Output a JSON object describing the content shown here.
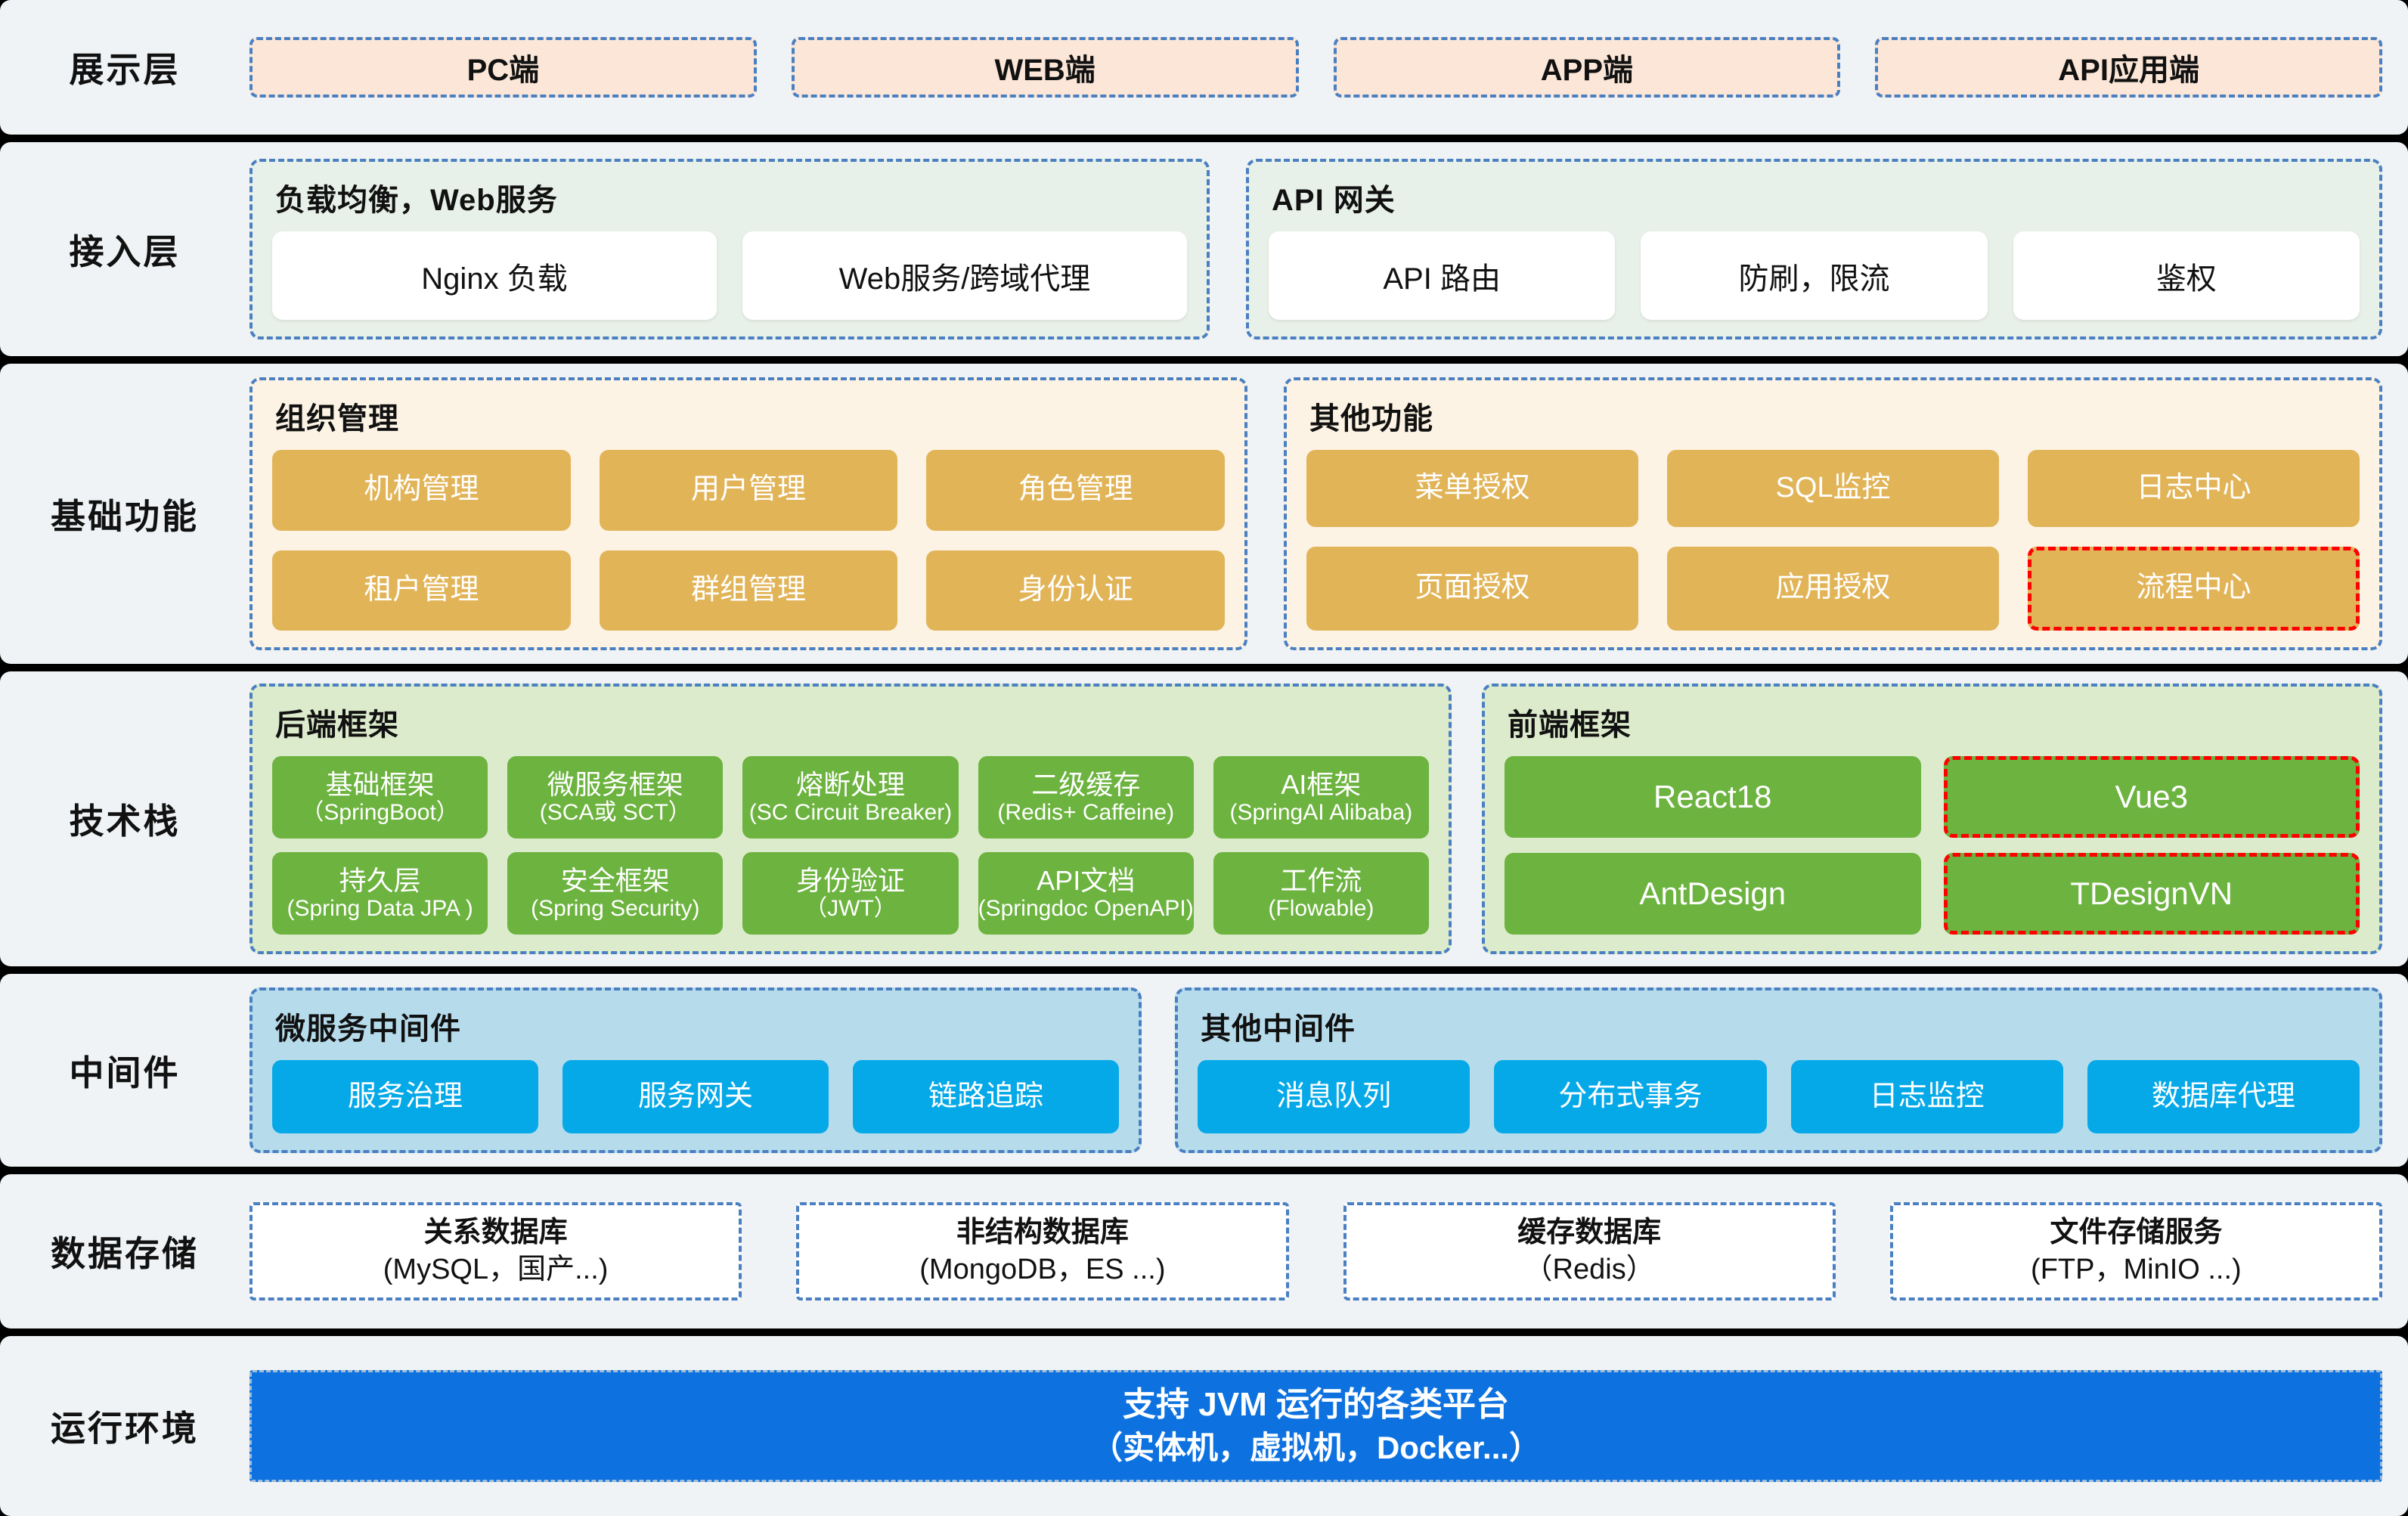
{
  "colors": {
    "row_bg": "#eff3f5",
    "divider": "#000000",
    "dashed_blue": "#4a7fc1",
    "dashed_red": "#ff0000",
    "presentation_card": "#fbe6d7",
    "access_group": "#e8f1e9",
    "basic_group": "#fcf3e4",
    "basic_tile": "#e2b458",
    "tech_group": "#dcebcb",
    "tech_tile": "#6cb33f",
    "middleware_group": "#b6dcec",
    "middleware_tile": "#06a9e8",
    "runtime_bar": "#0d72e0",
    "white_card": "#ffffff"
  },
  "layers": [
    {
      "id": "presentation",
      "label": "展示层",
      "cards": [
        "PC端",
        "WEB端",
        "APP端",
        "API应用端"
      ]
    },
    {
      "id": "access",
      "label": "接入层",
      "groups": [
        {
          "title": "负载均衡，Web服务",
          "cards": [
            "Nginx 负载",
            "Web服务/跨域代理"
          ]
        },
        {
          "title": "API 网关",
          "cards": [
            "API 路由",
            "防刷，限流",
            "鉴权"
          ]
        }
      ]
    },
    {
      "id": "basic-function",
      "label": "基础功能",
      "groups": [
        {
          "title": "组织管理",
          "tiles": [
            {
              "label": "机构管理",
              "highlight": false
            },
            {
              "label": "用户管理",
              "highlight": false
            },
            {
              "label": "角色管理",
              "highlight": false
            },
            {
              "label": "租户管理",
              "highlight": false
            },
            {
              "label": "群组管理",
              "highlight": false
            },
            {
              "label": "身份认证",
              "highlight": false
            }
          ]
        },
        {
          "title": "其他功能",
          "tiles": [
            {
              "label": "菜单授权",
              "highlight": false
            },
            {
              "label": "SQL监控",
              "highlight": false
            },
            {
              "label": "日志中心",
              "highlight": false
            },
            {
              "label": "页面授权",
              "highlight": false
            },
            {
              "label": "应用授权",
              "highlight": false
            },
            {
              "label": "流程中心",
              "highlight": true
            }
          ]
        }
      ]
    },
    {
      "id": "tech-stack",
      "label": "技术栈",
      "groups": [
        {
          "title": "后端框架",
          "tiles": [
            {
              "cn": "基础框架",
              "en": "（SpringBoot）",
              "highlight": false
            },
            {
              "cn": "微服务框架",
              "en": "(SCA或 SCT）",
              "highlight": false
            },
            {
              "cn": "熔断处理",
              "en": "(SC Circuit Breaker)",
              "highlight": false
            },
            {
              "cn": "二级缓存",
              "en": "(Redis+ Caffeine)",
              "highlight": false
            },
            {
              "cn": "AI框架",
              "en": "(SpringAI Alibaba)",
              "highlight": false
            },
            {
              "cn": "持久层",
              "en": "(Spring Data JPA )",
              "highlight": false
            },
            {
              "cn": "安全框架",
              "en": "(Spring Security)",
              "highlight": false
            },
            {
              "cn": "身份验证",
              "en": "（JWT）",
              "highlight": false
            },
            {
              "cn": "API文档",
              "en": "(Springdoc OpenAPI)",
              "highlight": false
            },
            {
              "cn": "工作流",
              "en": "(Flowable)",
              "highlight": false
            }
          ]
        },
        {
          "title": "前端框架",
          "tiles": [
            {
              "cn": "React18",
              "en": "",
              "highlight": false
            },
            {
              "cn": "Vue3",
              "en": "",
              "highlight": true
            },
            {
              "cn": "AntDesign",
              "en": "",
              "highlight": false
            },
            {
              "cn": "TDesignVN",
              "en": "",
              "highlight": true
            }
          ]
        }
      ]
    },
    {
      "id": "middleware",
      "label": "中间件",
      "groups": [
        {
          "title": "微服务中间件",
          "tiles": [
            "服务治理",
            "服务网关",
            "链路追踪"
          ]
        },
        {
          "title": "其他中间件",
          "tiles": [
            "消息队列",
            "分布式事务",
            "日志监控",
            "数据库代理"
          ]
        }
      ]
    },
    {
      "id": "data-storage",
      "label": "数据存储",
      "cards": [
        {
          "cn": "关系数据库",
          "en": "(MySQL，国产...)"
        },
        {
          "cn": "非结构数据库",
          "en": "(MongoDB，ES ...)"
        },
        {
          "cn": "缓存数据库",
          "en": "（Redis）"
        },
        {
          "cn": "文件存储服务",
          "en": "(FTP，MinIO ...)"
        }
      ]
    },
    {
      "id": "runtime",
      "label": "运行环境",
      "banner": {
        "cn": "支持 JVM 运行的各类平台",
        "en": "（实体机，虚拟机，Docker...）"
      }
    }
  ]
}
